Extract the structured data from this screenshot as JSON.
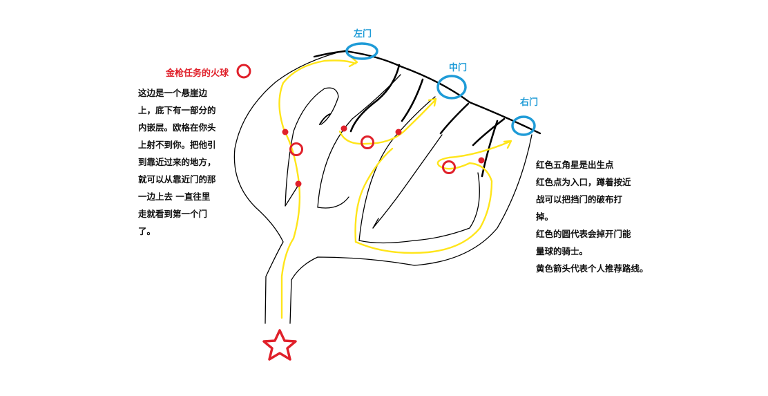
{
  "gates": {
    "left": "左门",
    "middle": "中门",
    "right": "右门"
  },
  "legend": {
    "fireball_label": "金枪任务的火球"
  },
  "note_left": [
    "这边是一个悬崖边",
    "上，底下有一部分的",
    "内嵌层。欧格在你头",
    "上射不到你。把他引",
    "到靠近过来的地方，",
    "就可以从靠近门的那",
    "一边上去 一直往里",
    "走就看到第一个门",
    "了。"
  ],
  "note_right": [
    "红色五角星是出生点",
    "红色点为入口，蹲着按近",
    "战可以把挡门的破布打",
    "掉。",
    "红色的圆代表会掉开门能",
    "量球的骑士。",
    "黄色箭头代表个人推荐路线。"
  ],
  "colors": {
    "gate_ring": "#1e9bd7",
    "red": "#e0202a",
    "route": "#ffe51a",
    "outline": "#000000"
  },
  "icons": {
    "spawn": "star-icon",
    "entrance": "red-dot-icon",
    "knight": "red-circle-icon",
    "gate": "blue-ring-icon"
  }
}
